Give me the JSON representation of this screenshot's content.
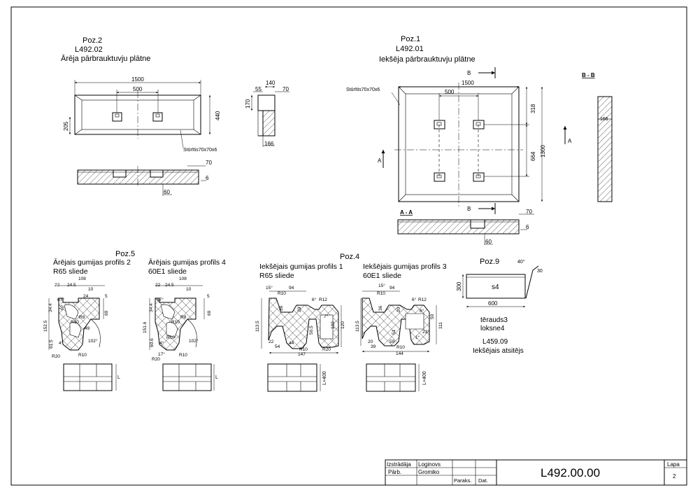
{
  "sheet": {
    "drawing_number": "L492.00.00",
    "sheet_label": "Lapa",
    "sheet_number": "2",
    "made_by_label": "Izstrādāja",
    "made_by": "Loginovs",
    "checked_by_label": "Pārb.",
    "checked_by": "Gromiko",
    "sign_label": "Paraks.",
    "date_label": "Dat."
  },
  "poz2": {
    "pos": "Poz.2",
    "code": "L492.02",
    "name": "Ārēja pārbrauktuvju plātne",
    "dims": {
      "length": "1500",
      "spacing": "500",
      "height": "440",
      "offset": "205",
      "angle_note": "Stūrītis70x70x6",
      "side_w": "140",
      "side_top": "55",
      "side_h": "170",
      "side_70": "70",
      "side_base": "166",
      "sec_70": "70",
      "sec_6": "6",
      "sec_60": "60"
    }
  },
  "poz1": {
    "pos": "Poz.1",
    "code": "L492.01",
    "name": "Iekšēja pārbrauktuvju plātne",
    "angle_note": "Stūrītis70x70x6",
    "dims": {
      "length": "1500",
      "spacing": "500",
      "top": "318",
      "inner": "664",
      "total": "1300",
      "sec_70": "70",
      "sec_6": "6",
      "sec_60": "60",
      "bb_w": "166"
    },
    "cut_labels": {
      "b": "B",
      "a": "A",
      "aa": "A - A",
      "bb": "B - B"
    }
  },
  "poz5": {
    "pos": "Poz.5",
    "left_title": "Ārējais gumijas profils 2",
    "left_sub": "R65 sliede",
    "right_title": "Ārējais gumijas profils 4",
    "right_sub": "60E1 sliede",
    "left_dims": {
      "d22": "22",
      "d24_5": "24.5",
      "d108": "108",
      "d10": "10",
      "d24": "24",
      "d5": "5",
      "d69": "69",
      "d34_4": "34.4",
      "d10b": "10",
      "d67": "67°",
      "d152_5": "152.5",
      "d61_5": "61.5",
      "d4": "4°",
      "d49": "49",
      "d102": "102°",
      "r10": "R10",
      "r20": "R20",
      "r8": "R8",
      "r10b": "R10"
    },
    "right_dims": {
      "d22": "22",
      "d24_5": "24.5",
      "d108": "108",
      "d10": "10",
      "d5": "5",
      "d69": "69",
      "d34_4": "34.4",
      "d67": "67°",
      "d151_6": "151.6",
      "d60_6": "60.6",
      "d4": "4°",
      "d17": "17°",
      "d102": "102°",
      "r10": "R10",
      "r20": "R20",
      "r8": "R8",
      "r10b": "R10",
      "r10c": "R10"
    },
    "length": "L"
  },
  "poz4": {
    "pos": "Poz.4",
    "left_title": "Iekšējais gumijas profils 1",
    "left_sub": "R65 sliede",
    "right_title": "Iekšējais gumijas profils 3",
    "right_sub": "60E1 sliede",
    "left_dims": {
      "d15": "15°",
      "d94": "94",
      "r10": "R10",
      "d36": "36",
      "d6": "6°",
      "r12": "R12",
      "d20": "20",
      "d7": "7°",
      "d113_5": "113.5",
      "d50_5": "50.5",
      "d102": "102",
      "d120": "120",
      "d22": "22",
      "d54": "54",
      "d44": "44",
      "r10b": "R10",
      "r20": "R20",
      "d147": "147"
    },
    "right_dims": {
      "d15": "15°",
      "d94": "94",
      "r10": "R10",
      "d36": "36",
      "d6": "6°",
      "r12": "R12",
      "d20": "20",
      "d50": "50",
      "d111": "111",
      "d113_5": "113.5",
      "d51": "51",
      "d23": "23°",
      "d1": "1°",
      "d39": "39",
      "d59": "59",
      "r10b": "R10",
      "d144": "144"
    },
    "length": "L+400"
  },
  "poz9": {
    "pos": "Poz.9",
    "thickness": "s4",
    "w": "600",
    "h": "300",
    "angle": "40°",
    "leg": "30",
    "material": "tērauds3",
    "qty": "loksne4",
    "code": "L459.09",
    "name": "Iekšējais atsitējs"
  }
}
